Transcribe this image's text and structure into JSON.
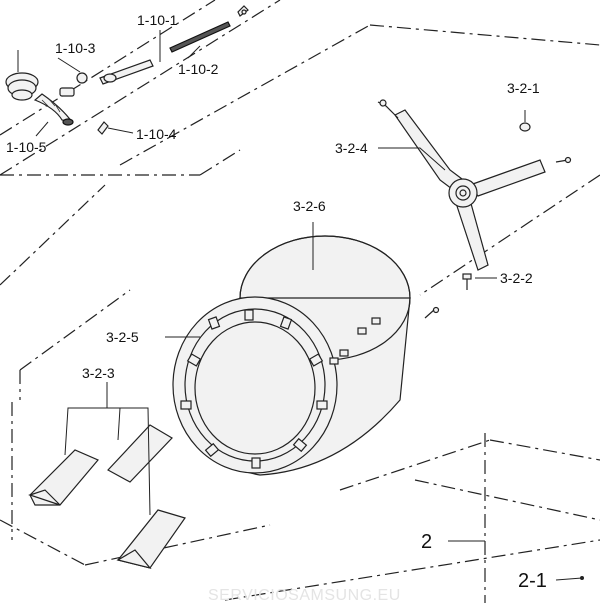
{
  "labels": {
    "p_1_10_1": "1-10-1",
    "p_1_10_2": "1-10-2",
    "p_1_10_3": "1-10-3",
    "p_1_10_4": "1-10-4",
    "p_1_10_5": "1-10-5",
    "p_3_2_1": "3-2-1",
    "p_3_2_2": "3-2-2",
    "p_3_2_3": "3-2-3",
    "p_3_2_4": "3-2-4",
    "p_3_2_5": "3-2-5",
    "p_3_2_6": "3-2-6",
    "p_2": "2",
    "p_2_1": "2-1"
  },
  "watermark": "SERVICIOSAMSUNG.EU"
}
